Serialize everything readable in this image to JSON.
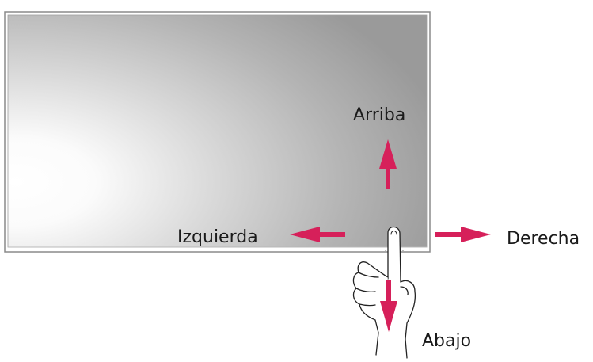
{
  "labels": {
    "up": "Arriba",
    "left": "Izquierda",
    "right": "Derecha",
    "down": "Abajo"
  },
  "colors": {
    "arrow": "#d6205a",
    "frame": "#8a8a8a",
    "screen_light": "#ffffff",
    "screen_dark": "#9a9a9a"
  },
  "icons": {
    "hand": "hand-pointer-icon"
  }
}
